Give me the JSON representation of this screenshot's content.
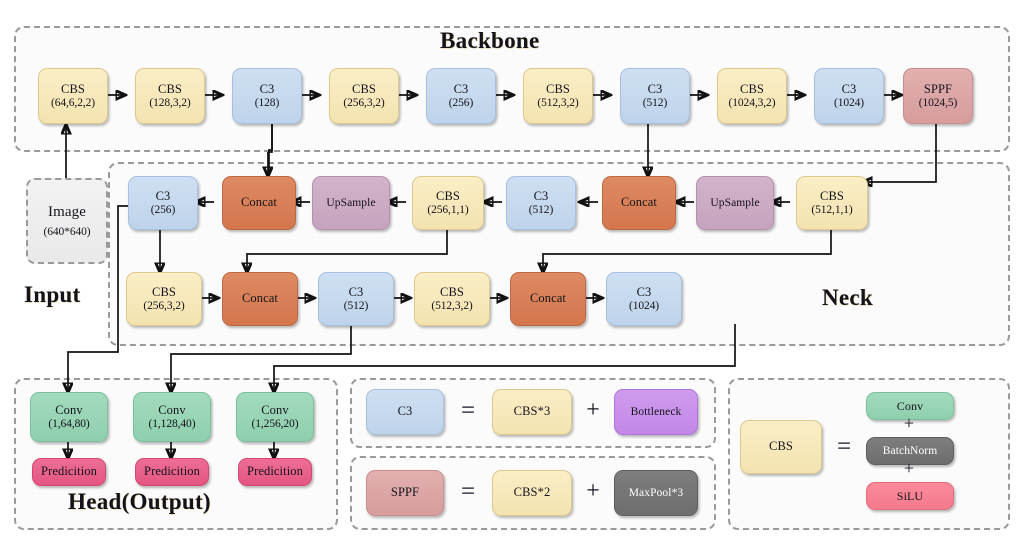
{
  "diagram": {
    "groups": {
      "backbone": {
        "title": "Backbone"
      },
      "neck": {
        "title": "Neck"
      },
      "input": {
        "title": "Input"
      },
      "head": {
        "title": "Head(Output)"
      }
    },
    "colors": {
      "cbs": "#f3e3b0",
      "c3": "#bed3ea",
      "sppf": "#d79d9d",
      "concat": "#d3764e",
      "upsample": "#c6a3bf",
      "conv": "#8fcfae",
      "prediction": "#e45682",
      "bottleneck": "#c287e8",
      "maxpool": "#6e6e6e",
      "batchnorm": "#6e6e6e",
      "silu": "#f4798c",
      "image": "#e9e9e9"
    },
    "backbone_nodes": [
      {
        "name": "CBS",
        "params": "(64,6,2,2)"
      },
      {
        "name": "CBS",
        "params": "(128,3,2)"
      },
      {
        "name": "C3",
        "params": "(128)"
      },
      {
        "name": "CBS",
        "params": "(256,3,2)"
      },
      {
        "name": "C3",
        "params": "(256)"
      },
      {
        "name": "CBS",
        "params": "(512,3,2)"
      },
      {
        "name": "C3",
        "params": "(512)"
      },
      {
        "name": "CBS",
        "params": "(1024,3,2)"
      },
      {
        "name": "C3",
        "params": "(1024)"
      },
      {
        "name": "SPPF",
        "params": "(1024,5)"
      }
    ],
    "input_node": {
      "name": "Image",
      "params": "(640*640)"
    },
    "neck_row1": [
      {
        "name": "C3",
        "params": "(256)"
      },
      {
        "name": "Concat",
        "params": ""
      },
      {
        "name": "UpSample",
        "params": ""
      },
      {
        "name": "CBS",
        "params": "(256,1,1)"
      },
      {
        "name": "C3",
        "params": "(512)"
      },
      {
        "name": "Concat",
        "params": ""
      },
      {
        "name": "UpSample",
        "params": ""
      },
      {
        "name": "CBS",
        "params": "(512,1,1)"
      }
    ],
    "neck_row2": [
      {
        "name": "CBS",
        "params": "(256,3,2)"
      },
      {
        "name": "Concat",
        "params": ""
      },
      {
        "name": "C3",
        "params": "(512)"
      },
      {
        "name": "CBS",
        "params": "(512,3,2)"
      },
      {
        "name": "Concat",
        "params": ""
      },
      {
        "name": "C3",
        "params": "(1024)"
      }
    ],
    "head_convs": [
      {
        "name": "Conv",
        "params": "(1,64,80)"
      },
      {
        "name": "Conv",
        "params": "(1,128,40)"
      },
      {
        "name": "Conv",
        "params": "(1,256,20)"
      }
    ],
    "head_predictions": [
      {
        "name": "Predicition"
      },
      {
        "name": "Predicition"
      },
      {
        "name": "Predicition"
      }
    ],
    "legend": {
      "equals": "=",
      "plus": "+",
      "c3_rule": {
        "lhs": "C3",
        "a": "CBS*3",
        "b": "Bottleneck"
      },
      "sppf_rule": {
        "lhs": "SPPF",
        "a": "CBS*2",
        "b": "MaxPool*3"
      },
      "cbs_rule": {
        "lhs": "CBS",
        "a": "Conv",
        "b": "BatchNorm",
        "c": "SiLU"
      }
    }
  }
}
